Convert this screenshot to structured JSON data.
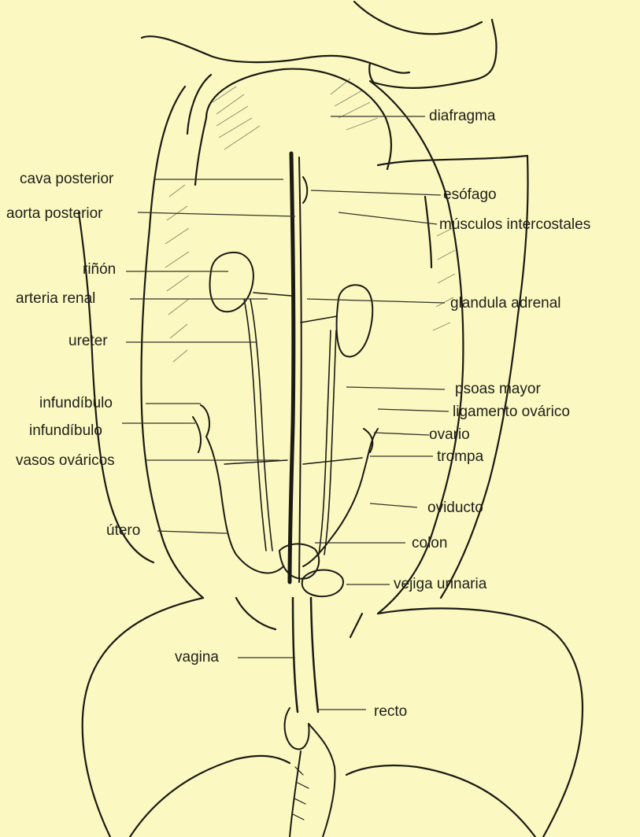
{
  "figure": {
    "background": "#fbf9c1",
    "ink": "#1b1a14",
    "labels": {
      "diafragma": "diafragma",
      "cava_posterior": "cava posterior",
      "esofago": "esófago",
      "aorta_posterior": "aorta posterior",
      "musculos_intercostales": "músculos intercostales",
      "rinon": "riñón",
      "arteria_renal": "arteria renal",
      "glandula_adrenal": "glandula adrenal",
      "ureter": "ureter",
      "psoas_mayor": "psoas mayor",
      "infundibulo_1": "infundíbulo",
      "ligamento_ovarico": "ligamento ovárico",
      "infundibulo_2": "infundíbulo",
      "ovario": "ovario",
      "vasos_ovaricos": "vasos ováricos",
      "trompa": "trompa",
      "oviducto": "oviducto",
      "utero": "útero",
      "colon": "colon",
      "vejiga_urinaria": "vejiga urinaria",
      "vagina": "vagina",
      "recto": "recto"
    }
  }
}
